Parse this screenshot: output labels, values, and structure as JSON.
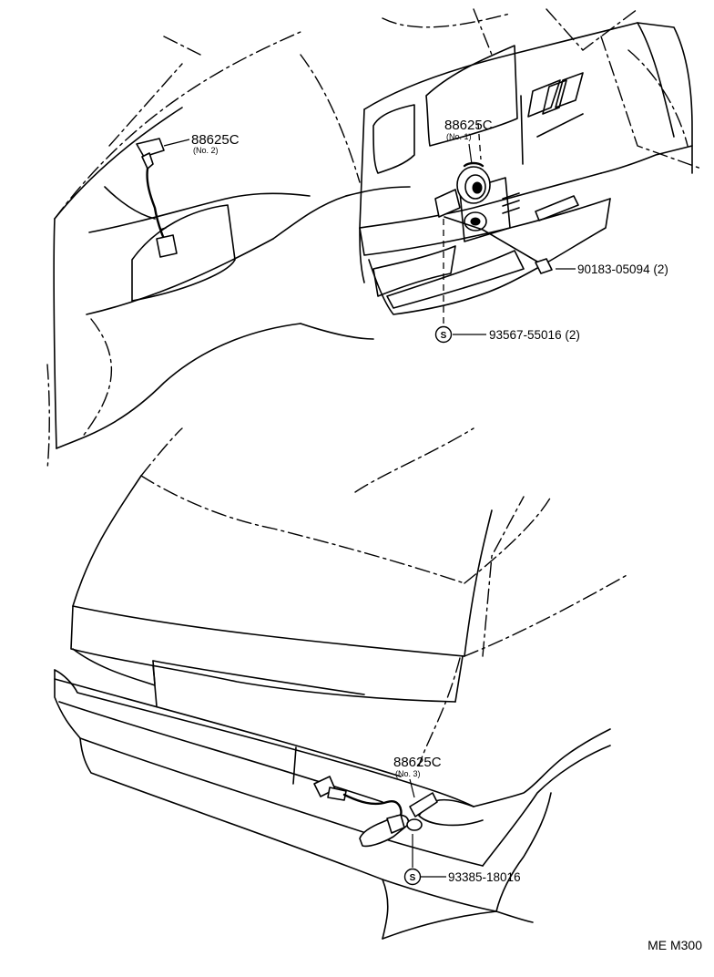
{
  "labels": {
    "part_no1": {
      "number": "88625C",
      "sub": "(No. 1)"
    },
    "part_no2": {
      "number": "88625C",
      "sub": "(No. 2)"
    },
    "part_no3": {
      "number": "88625C",
      "sub": "(No. 3)"
    }
  },
  "callouts": {
    "clip": "90183-05094 (2)",
    "screw_upper": "93567-55016 (2)",
    "screw_lower": "93385-18016",
    "screw_symbol": "S"
  },
  "reference_code": "ME M300"
}
